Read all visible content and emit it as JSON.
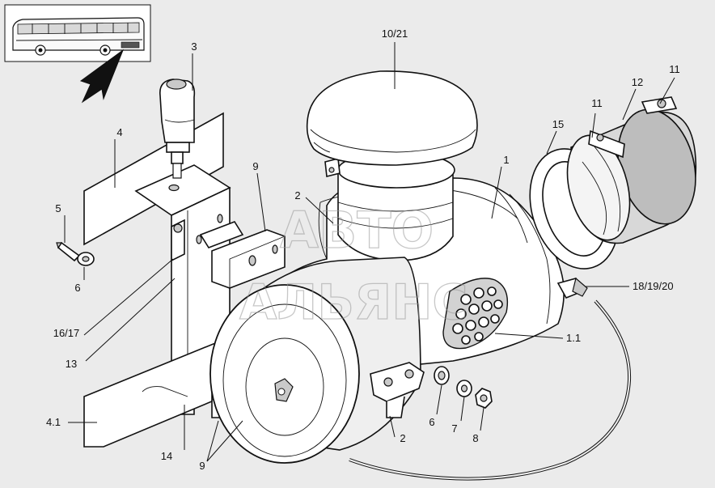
{
  "watermark": {
    "line1": "АВТО",
    "line2": "АЛЬЯНС"
  },
  "callouts": {
    "c_10_21": "10/21",
    "c_3": "3",
    "c_11_top": "11",
    "c_12": "12",
    "c_11_mid": "11",
    "c_15": "15",
    "c_1": "1",
    "c_4": "4",
    "c_9_top": "9",
    "c_2_top": "2",
    "c_5": "5",
    "c_6_left": "6",
    "c_18_19_20": "18/19/20",
    "c_1_1": "1.1",
    "c_16_17": "16/17",
    "c_13": "13",
    "c_6_bottom": "6",
    "c_7": "7",
    "c_8": "8",
    "c_2_bottom": "2",
    "c_4_1": "4.1",
    "c_14": "14",
    "c_9_bottom": "9"
  },
  "icons": {
    "vehicle": "bus-side-view-icon",
    "view_direction": "view-direction-arrow-icon"
  }
}
